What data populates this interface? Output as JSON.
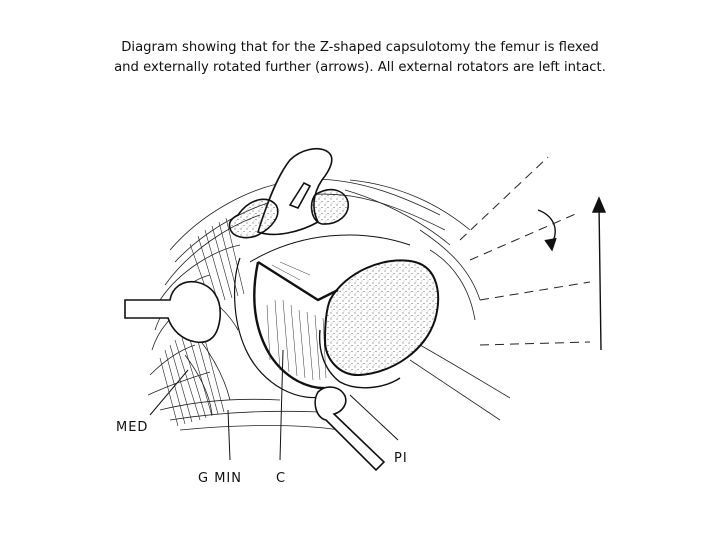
{
  "caption": "Diagram showing that for the Z-shaped capsulotomy the femur is flexed and externally rotated further (arrows). All external rotators are left intact.",
  "labels": {
    "med": "MED",
    "gmin": "G MIN",
    "c": "C",
    "pi": "PI"
  },
  "colors": {
    "ink": "#111111",
    "background": "#ffffff"
  }
}
